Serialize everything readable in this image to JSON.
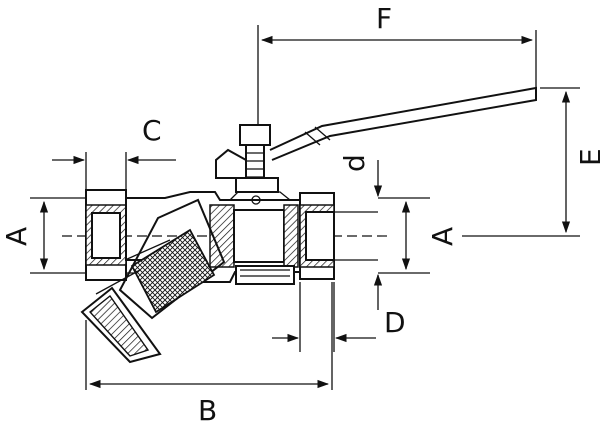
{
  "drawing": {
    "title": "",
    "labels": {
      "A_left": "A",
      "A_right": "A",
      "B": "B",
      "C": "C",
      "D": "D",
      "d": "d",
      "E": "E",
      "F": "F"
    }
  }
}
